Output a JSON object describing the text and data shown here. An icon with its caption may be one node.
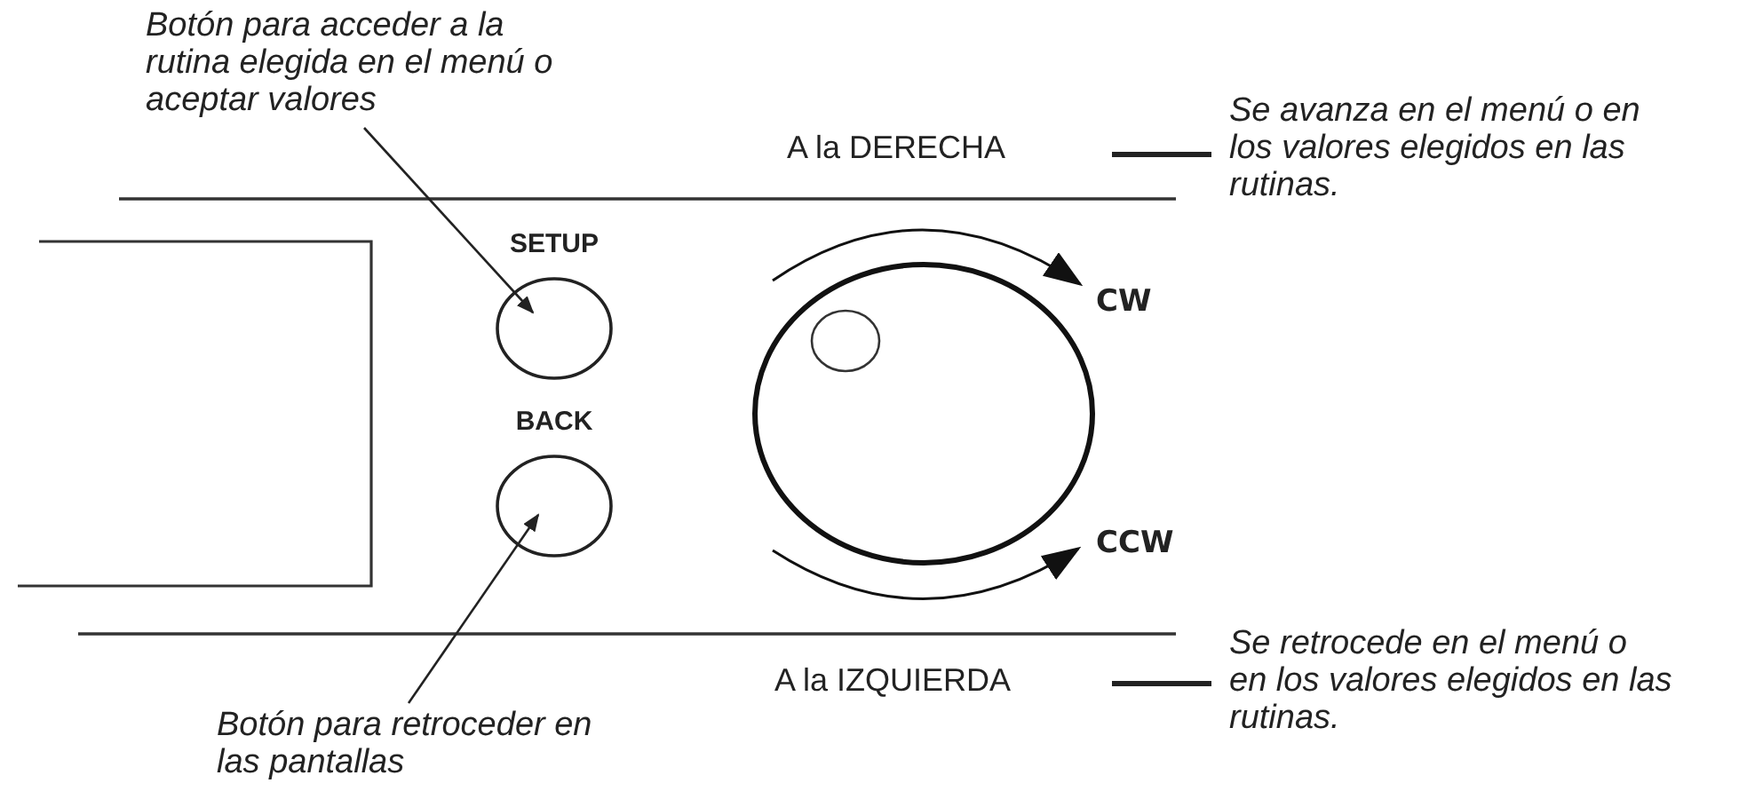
{
  "diagram": {
    "nodes": [
      {
        "text": [
          "Botón para acceder a la rutina elegida en el menú o aceptar valores"
        ]
      },
      {
        "text": [
          "SETUP"
        ]
      },
      {
        "text": [
          "BACK"
        ]
      },
      {
        "text": [
          "Botón para retroceder en las pantallas"
        ]
      },
      {
        "text": [
          "A la DERECHA"
        ]
      },
      {
        "text": [
          "Se avanza en el menú o en los valores elegidos en las rutinas."
        ]
      },
      {
        "text": [
          "A la IZQUIERDA"
        ]
      },
      {
        "text": [
          "Se retrocede en el menú o en los valores elegidos en las rutinas."
        ]
      }
    ],
    "edges": [
      {
        "from": 0,
        "to": 1,
        "arrow": "to"
      },
      {
        "from": 3,
        "to": 2,
        "arrow": "to"
      },
      {
        "from": 4,
        "to": 5,
        "arrow": "none",
        "style": "thick"
      },
      {
        "from": 6,
        "to": 7,
        "arrow": "none",
        "style": "thick"
      }
    ],
    "labels": [
      "CW",
      "CCW"
    ]
  }
}
